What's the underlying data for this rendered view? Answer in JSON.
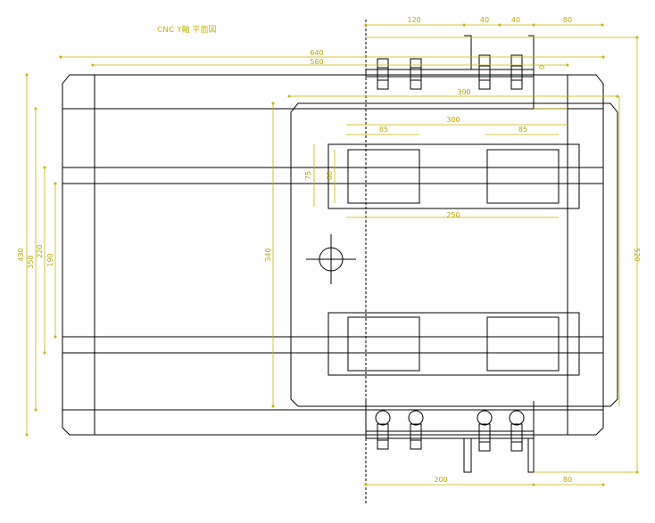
{
  "title": "CNC  Y軸  平面図",
  "colors": {
    "line": "#000000",
    "dimension": "#c8b400",
    "background": "#ffffff"
  },
  "dimensions": {
    "top_120": "120",
    "top_40a": "40",
    "top_40b": "40",
    "top_80": "80",
    "w_640": "640",
    "w_560": "560",
    "w_390": "390",
    "w_300": "300",
    "w_85a": "85",
    "w_85b": "85",
    "w_250": "250",
    "h_75": "75",
    "h_60": "60",
    "h_340": "340",
    "h_430": "430",
    "h_350": "350",
    "h_220": "220",
    "h_190": "190",
    "h_520": "520",
    "h_0": "0",
    "bottom_200": "200",
    "bottom_80": "80"
  }
}
